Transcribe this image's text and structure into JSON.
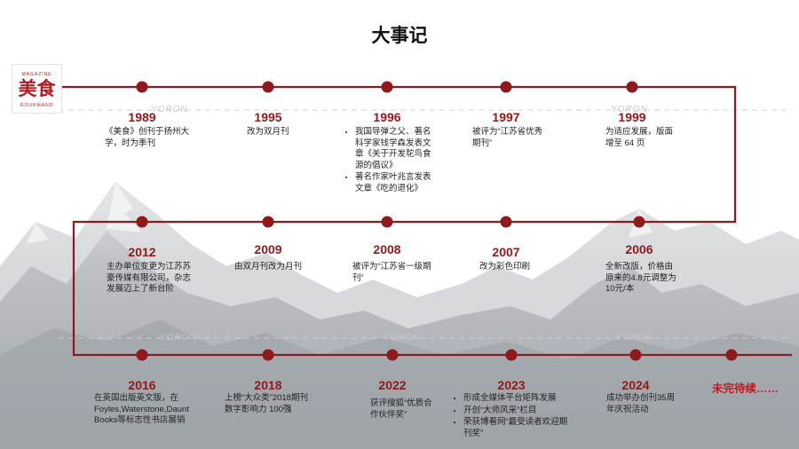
{
  "title": "大事记",
  "logo": {
    "small_top": "MAGAZINE",
    "main": "美食",
    "small_bottom": "GOURMAND"
  },
  "watermarks": [
    "YORON",
    "YORON",
    "YORON",
    "YORON",
    "YORON"
  ],
  "accent_color": "#8e1a1e",
  "events": [
    {
      "year": "1989",
      "items": [
        "《美食》创刊于扬州大学，时为季刊"
      ]
    },
    {
      "year": "1995",
      "items": [
        "改为双月刊"
      ]
    },
    {
      "year": "1996",
      "items": [
        "我国导弹之父、著名科学家钱学森发表文章《关于开发鸵鸟食源的倡议》",
        "著名作家叶兆言发表文章《吃的退化》"
      ]
    },
    {
      "year": "1997",
      "items": [
        "被评为“江苏省优秀期刊”"
      ]
    },
    {
      "year": "1999",
      "items": [
        "为适应发展，版面增至 64 页"
      ]
    },
    {
      "year": "2006",
      "items": [
        "全新改版，价格由原来的4.8元调整为10元/本"
      ]
    },
    {
      "year": "2007",
      "items": [
        "改为彩色印刷"
      ]
    },
    {
      "year": "2008",
      "items": [
        "被评为“江苏省一级期刊”"
      ]
    },
    {
      "year": "2009",
      "items": [
        "由双月刊改为月刊"
      ]
    },
    {
      "year": "2012",
      "items": [
        "主办单位变更为江苏苏豪传媒有限公司，杂志发展迈上了新台阶"
      ]
    },
    {
      "year": "2016",
      "items": [
        "在英国出版英文版，在Foyles,Waterstone,Daunt Books等标志性书店展销"
      ]
    },
    {
      "year": "2018",
      "items": [
        "上榜“大众类”2018期刊数字影响力 100强"
      ]
    },
    {
      "year": "2022",
      "items": [
        "获评搜狐“优质合作伙伴奖”"
      ]
    },
    {
      "year": "2023",
      "items": [
        "形成全媒体平台矩阵发展",
        "开创“大师风采”栏目",
        "荣获博看网“最受读者欢迎期刊奖”"
      ]
    },
    {
      "year": "2024",
      "items": [
        "成功举办创刊35周年庆祝活动"
      ]
    }
  ],
  "ending": "未完待续……"
}
